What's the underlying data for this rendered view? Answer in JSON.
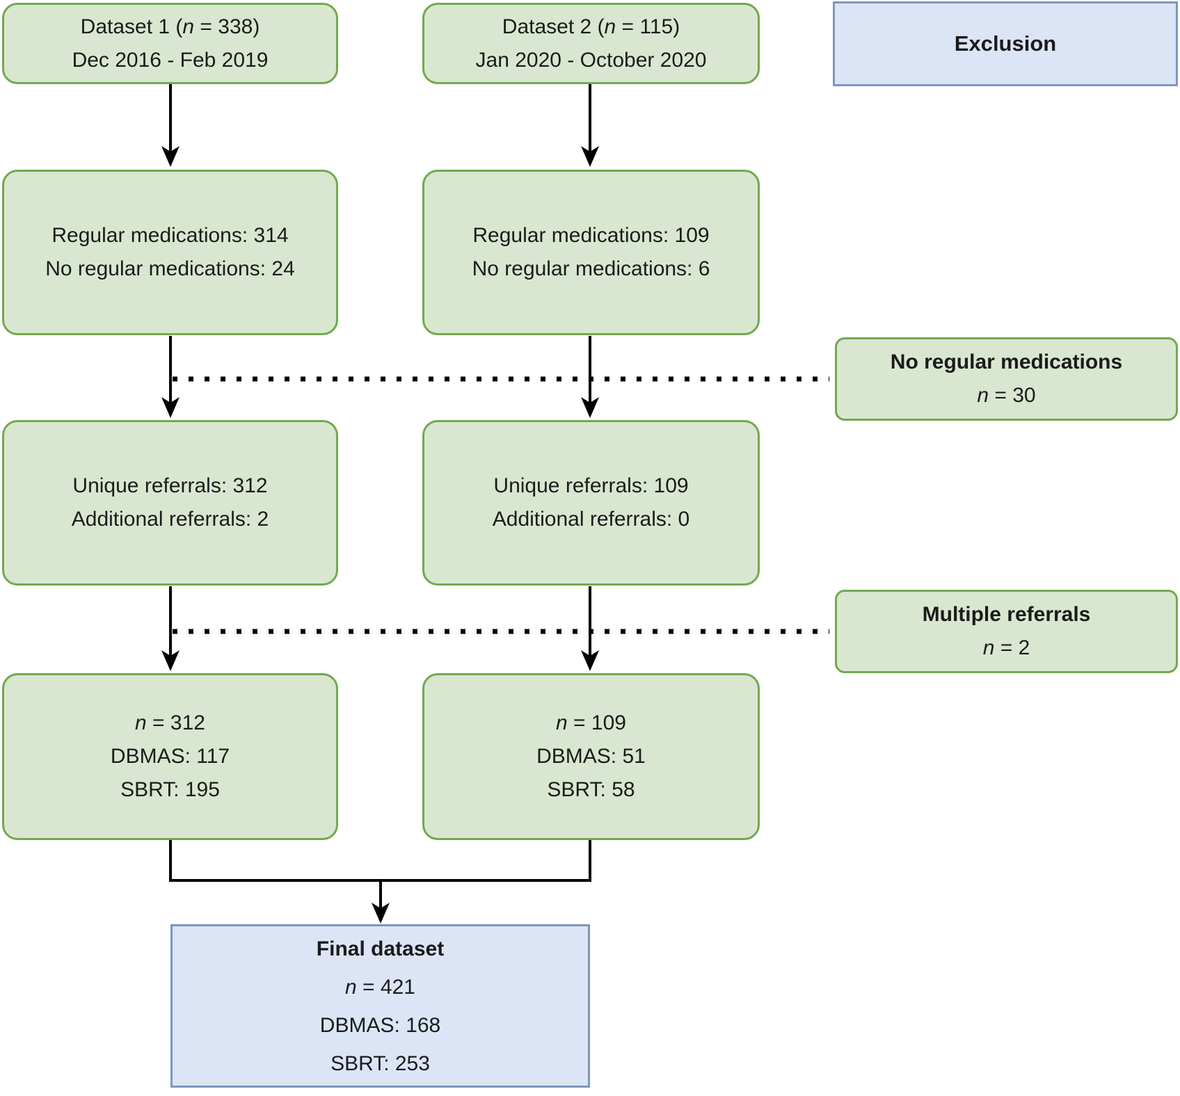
{
  "colors": {
    "green_fill": "#d9e7d0",
    "green_border": "#72a94f",
    "blue_fill": "#dbe5f6",
    "blue_border": "#8095bf",
    "line": "#000000",
    "text": "#1b1b1b"
  },
  "dataset1": {
    "header": {
      "lines": [
        [
          {
            "t": "Dataset 1 ("
          },
          {
            "t": "n",
            "i": true
          },
          {
            "t": " = 338)"
          }
        ],
        [
          {
            "t": "Dec 2016 - Feb 2019"
          }
        ]
      ]
    },
    "medications": {
      "lines": [
        [
          {
            "t": "Regular medications: 314"
          }
        ],
        [
          {
            "t": "No regular medications: 24"
          }
        ]
      ]
    },
    "referrals": {
      "lines": [
        [
          {
            "t": "Unique referrals: 312"
          }
        ],
        [
          {
            "t": "Additional referrals: 2"
          }
        ]
      ]
    },
    "totals": {
      "lines": [
        [
          {
            "t": "n",
            "i": true
          },
          {
            "t": " = 312"
          }
        ],
        [
          {
            "t": "DBMAS: 117"
          }
        ],
        [
          {
            "t": "SBRT: 195"
          }
        ]
      ]
    }
  },
  "dataset2": {
    "header": {
      "lines": [
        [
          {
            "t": "Dataset 2 ("
          },
          {
            "t": "n",
            "i": true
          },
          {
            "t": " = 115)"
          }
        ],
        [
          {
            "t": "Jan 2020 - October 2020"
          }
        ]
      ]
    },
    "medications": {
      "lines": [
        [
          {
            "t": "Regular medications: 109"
          }
        ],
        [
          {
            "t": "No regular medications: 6"
          }
        ]
      ]
    },
    "referrals": {
      "lines": [
        [
          {
            "t": "Unique referrals: 109"
          }
        ],
        [
          {
            "t": "Additional referrals: 0"
          }
        ]
      ]
    },
    "totals": {
      "lines": [
        [
          {
            "t": "n",
            "i": true
          },
          {
            "t": " = 109"
          }
        ],
        [
          {
            "t": "DBMAS: 51"
          }
        ],
        [
          {
            "t": "SBRT: 58"
          }
        ]
      ]
    }
  },
  "exclusion": {
    "header": {
      "lines": [
        [
          {
            "t": "Exclusion",
            "b": true
          }
        ]
      ]
    },
    "no_regular_medications": {
      "lines": [
        [
          {
            "t": "No regular medications",
            "b": true
          }
        ],
        [
          {
            "t": "n",
            "i": true
          },
          {
            "t": " = 30"
          }
        ]
      ]
    },
    "multiple_referrals": {
      "lines": [
        [
          {
            "t": "Multiple referrals",
            "b": true
          }
        ],
        [
          {
            "t": "n",
            "i": true
          },
          {
            "t": " = 2"
          }
        ]
      ]
    }
  },
  "final_dataset": {
    "lines": [
      [
        {
          "t": "Final dataset",
          "b": true
        }
      ],
      [
        {
          "t": "n",
          "i": true
        },
        {
          "t": " = 421"
        }
      ],
      [
        {
          "t": "DBMAS: 168"
        }
      ],
      [
        {
          "t": "SBRT: 253"
        }
      ]
    ]
  }
}
